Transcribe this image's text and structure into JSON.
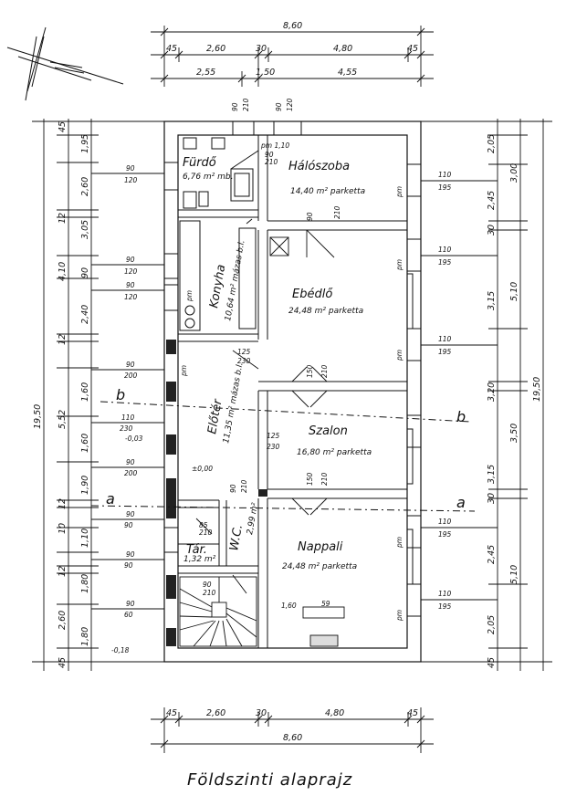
{
  "title": "Földszinti alaprajz",
  "top_dims": {
    "overall": "8,60",
    "row1": [
      "45",
      "2,60",
      "30",
      "4,80",
      "45"
    ],
    "row2": [
      "2,55",
      "1,50",
      "4,55"
    ],
    "openings": [
      "90",
      "210",
      "90",
      "120"
    ]
  },
  "bottom_dims": {
    "row1": [
      "45",
      "2,60",
      "30",
      "4,80",
      "45"
    ],
    "overall": "8,60"
  },
  "left_dims": {
    "overall": "19,50",
    "outer": [
      "45",
      "1,95",
      "2,60",
      "12",
      "3,05",
      "4,10",
      "90",
      "2,40",
      "12",
      "1,60",
      "5,52",
      "1,60",
      "12",
      "1,90",
      "10",
      "1,10",
      "12",
      "1,80",
      "2,60",
      "1,80",
      "45"
    ],
    "openings": [
      {
        "w": "90",
        "h": "120"
      },
      {
        "w": "90",
        "h": "120"
      },
      {
        "w": "90",
        "h": "120"
      },
      {
        "w": "90",
        "h": "200"
      },
      {
        "w": "110",
        "h": "230"
      },
      {
        "w": "90",
        "h": "200"
      },
      {
        "w": "90",
        "h": "90"
      },
      {
        "w": "90",
        "h": "90"
      },
      {
        "w": "90",
        "h": "60"
      }
    ]
  },
  "right_dims": {
    "overall": "19,50",
    "outer": [
      "2,05",
      "3,00",
      "2,45",
      "30",
      "5,10",
      "3,15",
      "3,20",
      "3,50",
      "3,15",
      "30",
      "2,45",
      "5,10",
      "2,05",
      "45"
    ],
    "openings": [
      {
        "w": "110",
        "h": "195"
      },
      {
        "w": "110",
        "h": "195"
      },
      {
        "w": "110",
        "h": "195"
      },
      {
        "w": "110",
        "h": "195"
      },
      {
        "w": "110",
        "h": "195"
      }
    ]
  },
  "rooms": {
    "furdo": {
      "name": "Fürdő",
      "area": "6,76 m² mb."
    },
    "haloszoba": {
      "name": "Hálószoba",
      "area": "14,40 m² parketta"
    },
    "konyha": {
      "name": "Konyha",
      "area": "10,64 m² mázas b.l."
    },
    "ebedlo": {
      "name": "Ebédlő",
      "area": "24,48 m² parketta"
    },
    "eloter": {
      "name": "Előtér",
      "area": "11,35 m² mázas b.l."
    },
    "szalon": {
      "name": "Szalon",
      "area": "16,80 m² parketta"
    },
    "tar": {
      "name": "Tár.",
      "area": "1,32 m²"
    },
    "wc": {
      "name": "W.C.",
      "area": "2,99 m²"
    },
    "nappali": {
      "name": "Nappali",
      "area": "24,48 m² parketta"
    }
  },
  "interior_labels": {
    "door_90_210": [
      "90",
      "210"
    ],
    "door_125_230": [
      "125",
      "230"
    ],
    "door_150_210": [
      "150",
      "210"
    ],
    "door_90_210_b": [
      "90",
      "210"
    ],
    "door_85_210": [
      "85",
      "210"
    ],
    "pm": "pm",
    "pm_110": "pm 1,10",
    "level_000": "±0,00",
    "level_003": "-0,03",
    "level_018": "-0,18",
    "dim_160": "1,60",
    "dim_59": "59"
  },
  "sections": {
    "a": "a",
    "b": "b"
  }
}
